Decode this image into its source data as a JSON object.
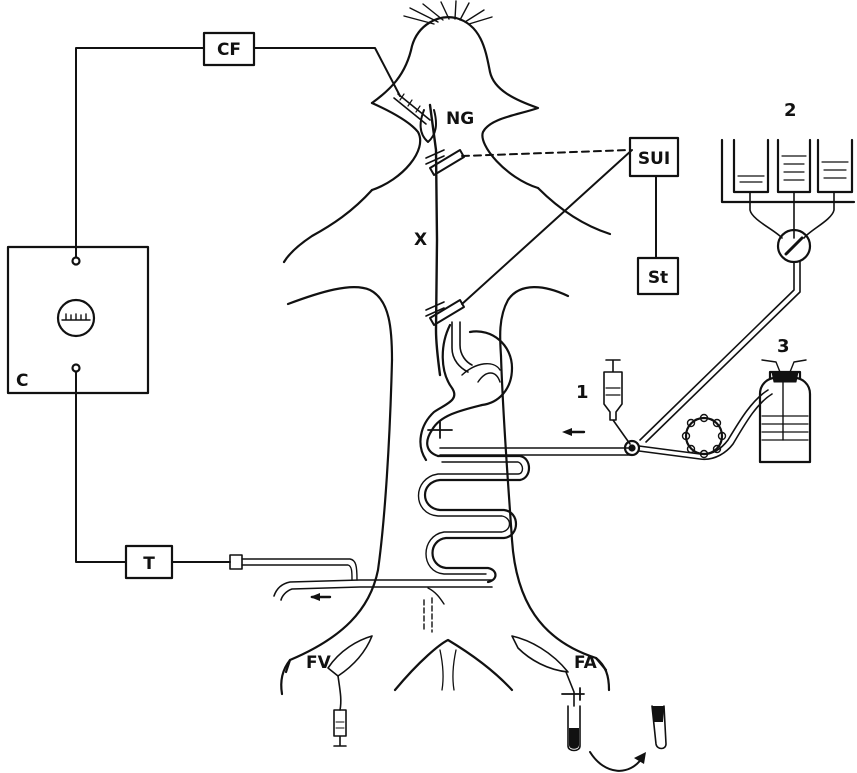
{
  "boxes": {
    "cf": "CF",
    "c": "C",
    "t": "T",
    "sui": "SUI",
    "st": "St"
  },
  "labels": {
    "ng": "NG",
    "x": "X",
    "fv": "FV",
    "fa": "FA",
    "num1": "1",
    "num2": "2",
    "num3": "3"
  },
  "colors": {
    "ink": "#111111",
    "background": "#ffffff"
  }
}
